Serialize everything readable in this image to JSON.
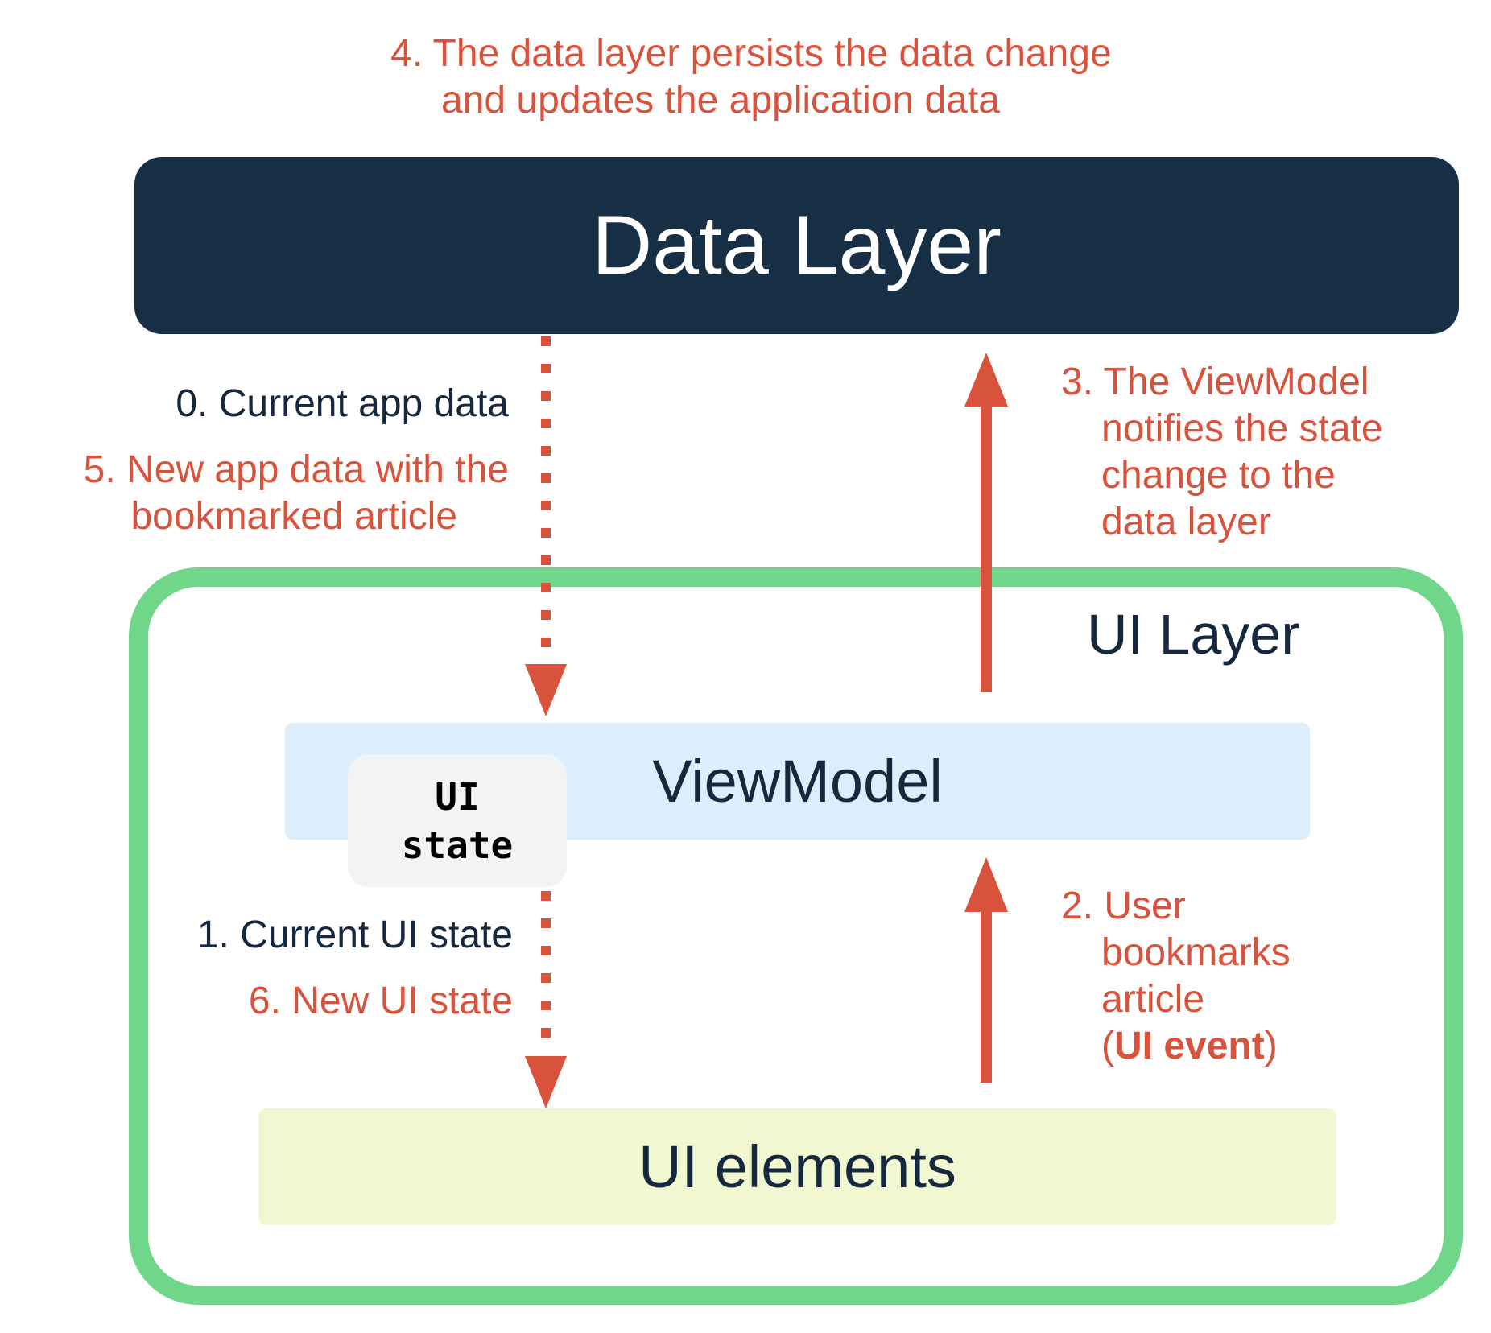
{
  "data_layer": {
    "title": "Data Layer"
  },
  "ui_layer": {
    "title": "UI Layer"
  },
  "viewmodel": {
    "title": "ViewModel"
  },
  "ui_state": {
    "line1": "UI",
    "line2": "state"
  },
  "ui_elements": {
    "title": "UI elements"
  },
  "steps": {
    "step4": {
      "line1": "4. The data layer persists the data change",
      "line2": "and updates the application data"
    },
    "step0": {
      "text": "0. Current app data"
    },
    "step5": {
      "line1": "5. New app data with the",
      "line2": "bookmarked article"
    },
    "step3": {
      "line1": "3. The ViewModel",
      "line2": "notifies the state",
      "line3": "change to the",
      "line4": "data layer"
    },
    "step1": {
      "text": "1. Current UI state"
    },
    "step6": {
      "text": "6. New UI state"
    },
    "step2": {
      "line1": "2. User",
      "line2": "bookmarks",
      "line3": "article",
      "line4_open": "(",
      "line4_bold": "UI event",
      "line4_close": ")"
    }
  },
  "colors": {
    "accent_red": "#d9523b",
    "dark_navy": "#162f45",
    "text_dark": "#16283d",
    "ui_layer_border": "#6fd68a",
    "viewmodel_fill": "#dcedfc",
    "ui_state_fill": "#f1f3f5",
    "ui_elements_fill": "#f0f7d1"
  }
}
